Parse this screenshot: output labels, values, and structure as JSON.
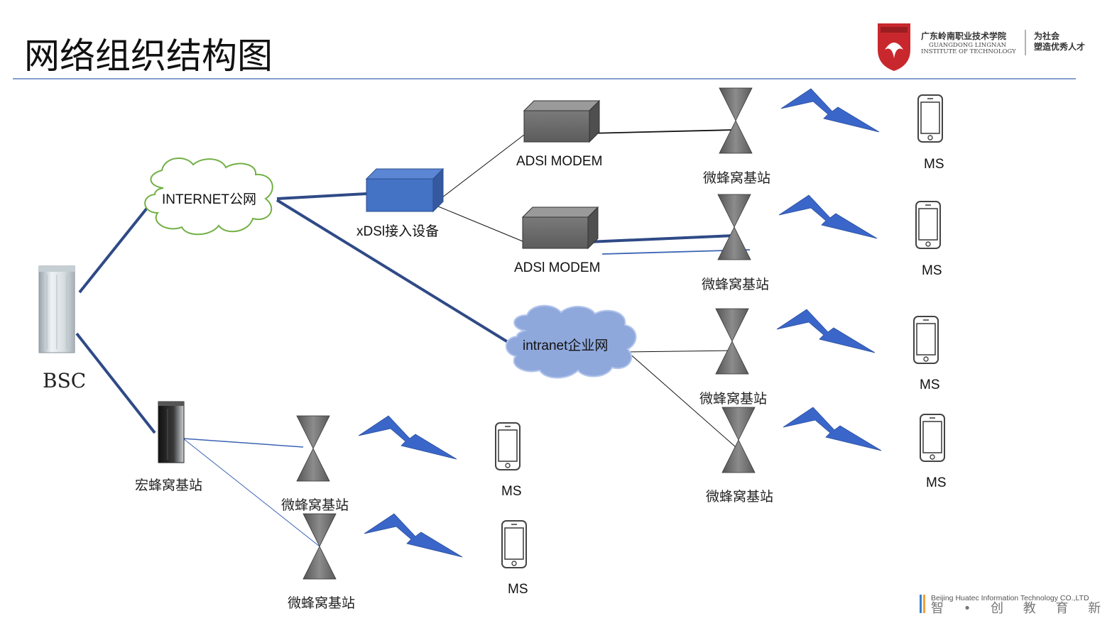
{
  "header": {
    "title": "网络组织结构图",
    "logo": {
      "name_cn": "广东岭南职业技术学院",
      "name_en_line1": "GUANGDONG LINGNAN",
      "name_en_line2": "INSTITUTE OF TECHNOLOGY",
      "slogan_line1": "为社会",
      "slogan_line2": "塑造优秀人才",
      "emblem_color": "#c8282d"
    }
  },
  "footer": {
    "company_en": "Beijing Huatec Information Technology CO.,LTD",
    "motto": "智 • 创 教 育 新 力 量"
  },
  "colors": {
    "thick_link": "#2f4a86",
    "xdsl_box": "#4472c4",
    "bolt": "#3a66c9",
    "intranet_cloud": "#8fa8dc",
    "modem": "#6e6e6e",
    "accent_rule": "#3c64b4"
  },
  "diagram": {
    "bsc": "BSC",
    "internet": "INTERNET公网",
    "intranet": "intranet企业网",
    "xdsl": "xDSl接入设备",
    "modem1": "ADSl MODEM",
    "modem2": "ADSl MODEM",
    "macro": "宏蜂窝基站",
    "femto1": "微蜂窝基站",
    "femto2": "微蜂窝基站",
    "femto3": "微蜂窝基站",
    "femto4": "微蜂窝基站",
    "femto5": "微蜂窝基站",
    "femto6": "微蜂窝基站",
    "ms1": "MS",
    "ms2": "MS",
    "ms3": "MS",
    "ms4": "MS",
    "ms5": "MS",
    "ms6": "MS"
  }
}
